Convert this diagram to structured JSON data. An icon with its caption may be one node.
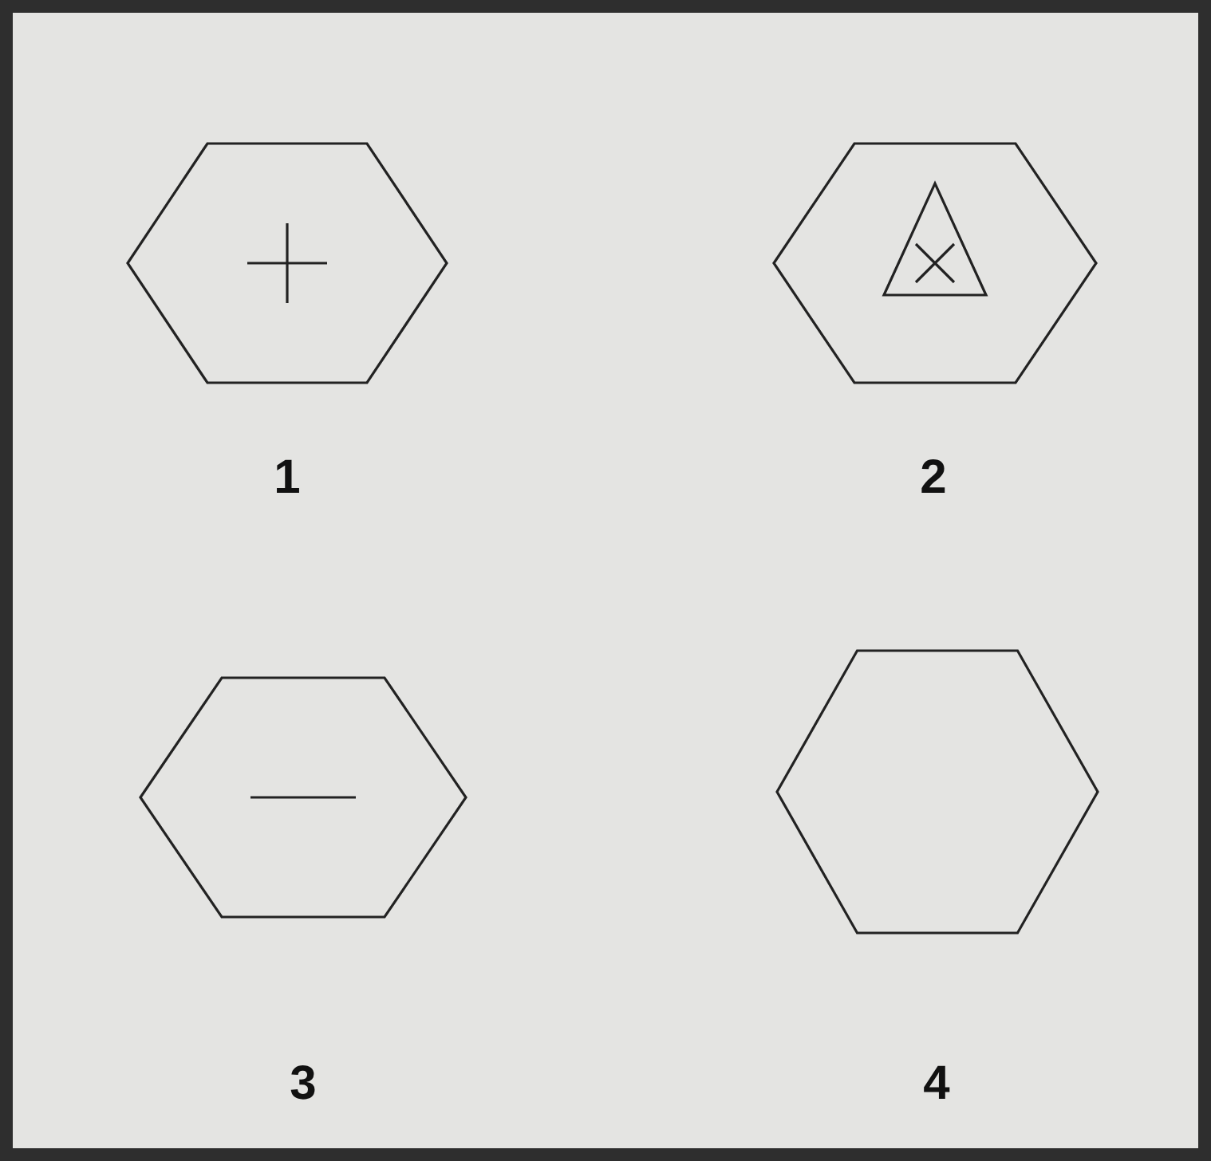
{
  "diagram": {
    "nodes": [
      {
        "text": [],
        "shape": "hexagon",
        "beside": [
          "1"
        ]
      },
      {
        "text": [],
        "shape": "hexagon",
        "beside": [
          "2"
        ]
      },
      {
        "text": [],
        "shape": "hexagon",
        "beside": [
          "3"
        ]
      },
      {
        "text": [],
        "shape": "hexagon",
        "beside": [
          "4"
        ]
      }
    ]
  }
}
